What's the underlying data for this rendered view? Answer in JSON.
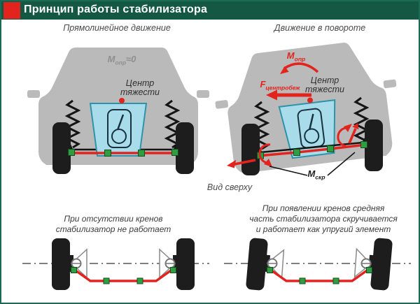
{
  "header": {
    "title": "Принцип работы стабилизатора"
  },
  "panels": {
    "straight": {
      "title": "Прямолинейное движение"
    },
    "turn": {
      "title": "Движение в повороте"
    }
  },
  "labels": {
    "m_opr_zero": {
      "base": "M",
      "sub": "опр",
      "suffix": "≈0"
    },
    "m_opr": {
      "base": "M",
      "sub": "опр"
    },
    "f_centr": {
      "base": "F",
      "sub": "центробеж"
    },
    "m_skr": {
      "base": "M",
      "sub": "скр"
    },
    "cog_left": {
      "line1": "Центр",
      "line2": "тяжести"
    },
    "cog_right": {
      "line1": "Центр",
      "line2": "тяжести"
    },
    "top_view": "Вид сверху"
  },
  "captions": {
    "no_roll": {
      "line1": "При отсутствии кренов",
      "line2": "стабилизатор не работает"
    },
    "roll": {
      "line1": "При появлении кренов средняя",
      "line2": "часть стабилизатора скручивается",
      "line3": "и работает как упругий элемент"
    }
  },
  "colors": {
    "header_green": "#145843",
    "accent_red": "#e2231e",
    "body_gray": "#bababa",
    "engine_bay_blue": "#a9dcea",
    "engine_bay_border": "#2e93a8",
    "mount_green": "#2f9e41",
    "wheel_black": "#1d1d1d",
    "frame_border": "#1b6a54"
  }
}
